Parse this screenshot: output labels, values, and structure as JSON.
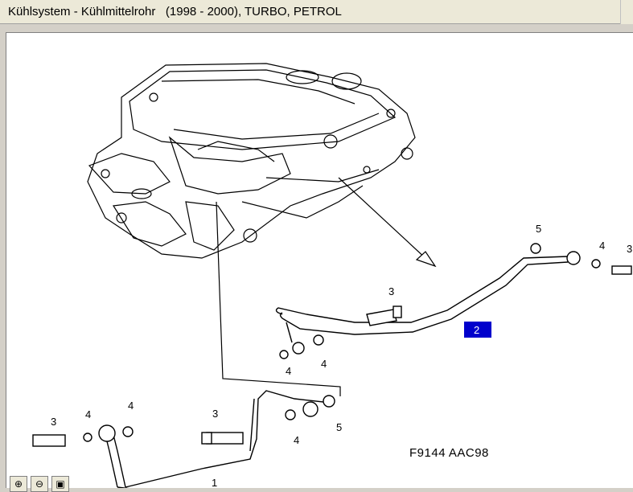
{
  "window": {
    "title": "Kühlsystem - Kühlmittelrohr   (1998 - 2000), TURBO, PETROL"
  },
  "diagram": {
    "figure_code": "F9144 AAC98",
    "callouts": [
      {
        "id": "c5a",
        "text": "5"
      },
      {
        "id": "c4a",
        "text": "4"
      },
      {
        "id": "c3a",
        "text": "3"
      },
      {
        "id": "c3b",
        "text": "3"
      },
      {
        "id": "c4b",
        "text": "4"
      },
      {
        "id": "c4c",
        "text": "4"
      },
      {
        "id": "c3c",
        "text": "3"
      },
      {
        "id": "c4d",
        "text": "4"
      },
      {
        "id": "c4e",
        "text": "4"
      },
      {
        "id": "c3d",
        "text": "3"
      },
      {
        "id": "c4f",
        "text": "4"
      },
      {
        "id": "c5b",
        "text": "5"
      },
      {
        "id": "c1",
        "text": "1"
      }
    ],
    "selected_part": "2"
  },
  "toolbar": {
    "zoom_in_icon": "zoom-in-icon",
    "zoom_out_icon": "zoom-out-icon",
    "fit_icon": "fit-page-icon"
  },
  "colors": {
    "selection": "#0000cc"
  }
}
